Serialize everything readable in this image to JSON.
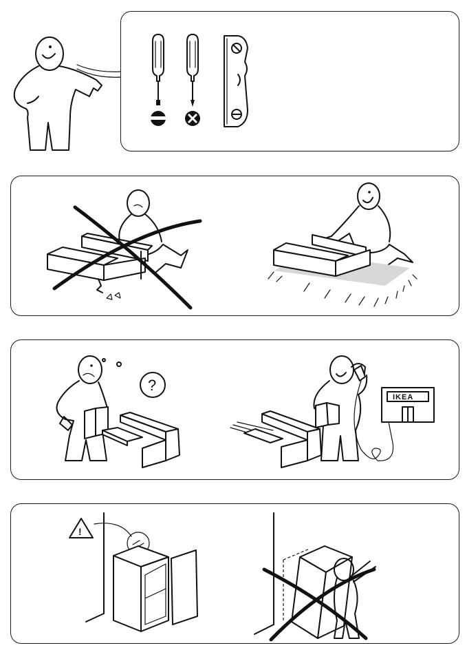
{
  "panels": {
    "tools": {
      "required_tools": [
        "flat-screwdriver",
        "phillips-screwdriver",
        "hardware-fitting"
      ]
    },
    "surface": {
      "left_state": "wrong",
      "right_state": "correct"
    },
    "help": {
      "question_symbol": "?",
      "store_sign": "IKEA"
    },
    "safety": {
      "warning_symbol": "!",
      "left_state": "correct",
      "right_state": "wrong"
    }
  }
}
